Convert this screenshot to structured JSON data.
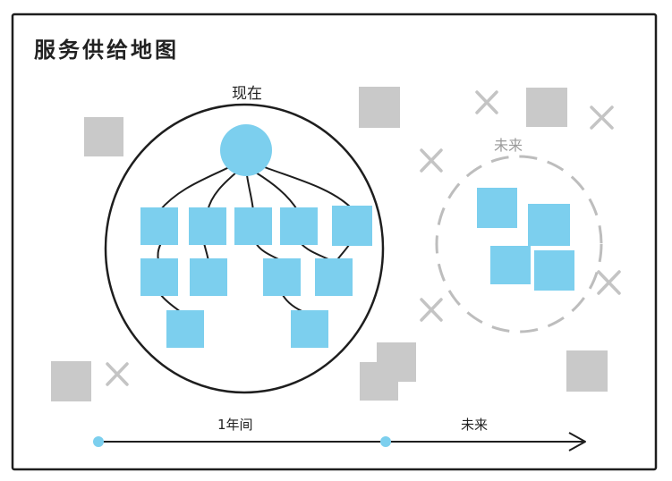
{
  "title": "服务供给地图",
  "now_label": "现在",
  "future_label": "未来",
  "timeline": {
    "label_1": "1年间",
    "label_2": "未来"
  },
  "colors": {
    "service_blue": "#7ccfee",
    "inactive_gray": "#c9c9c9",
    "cross_gray": "#c4c4c4",
    "ink": "#1e1e1e",
    "future_dash": "#bdbdbd"
  }
}
